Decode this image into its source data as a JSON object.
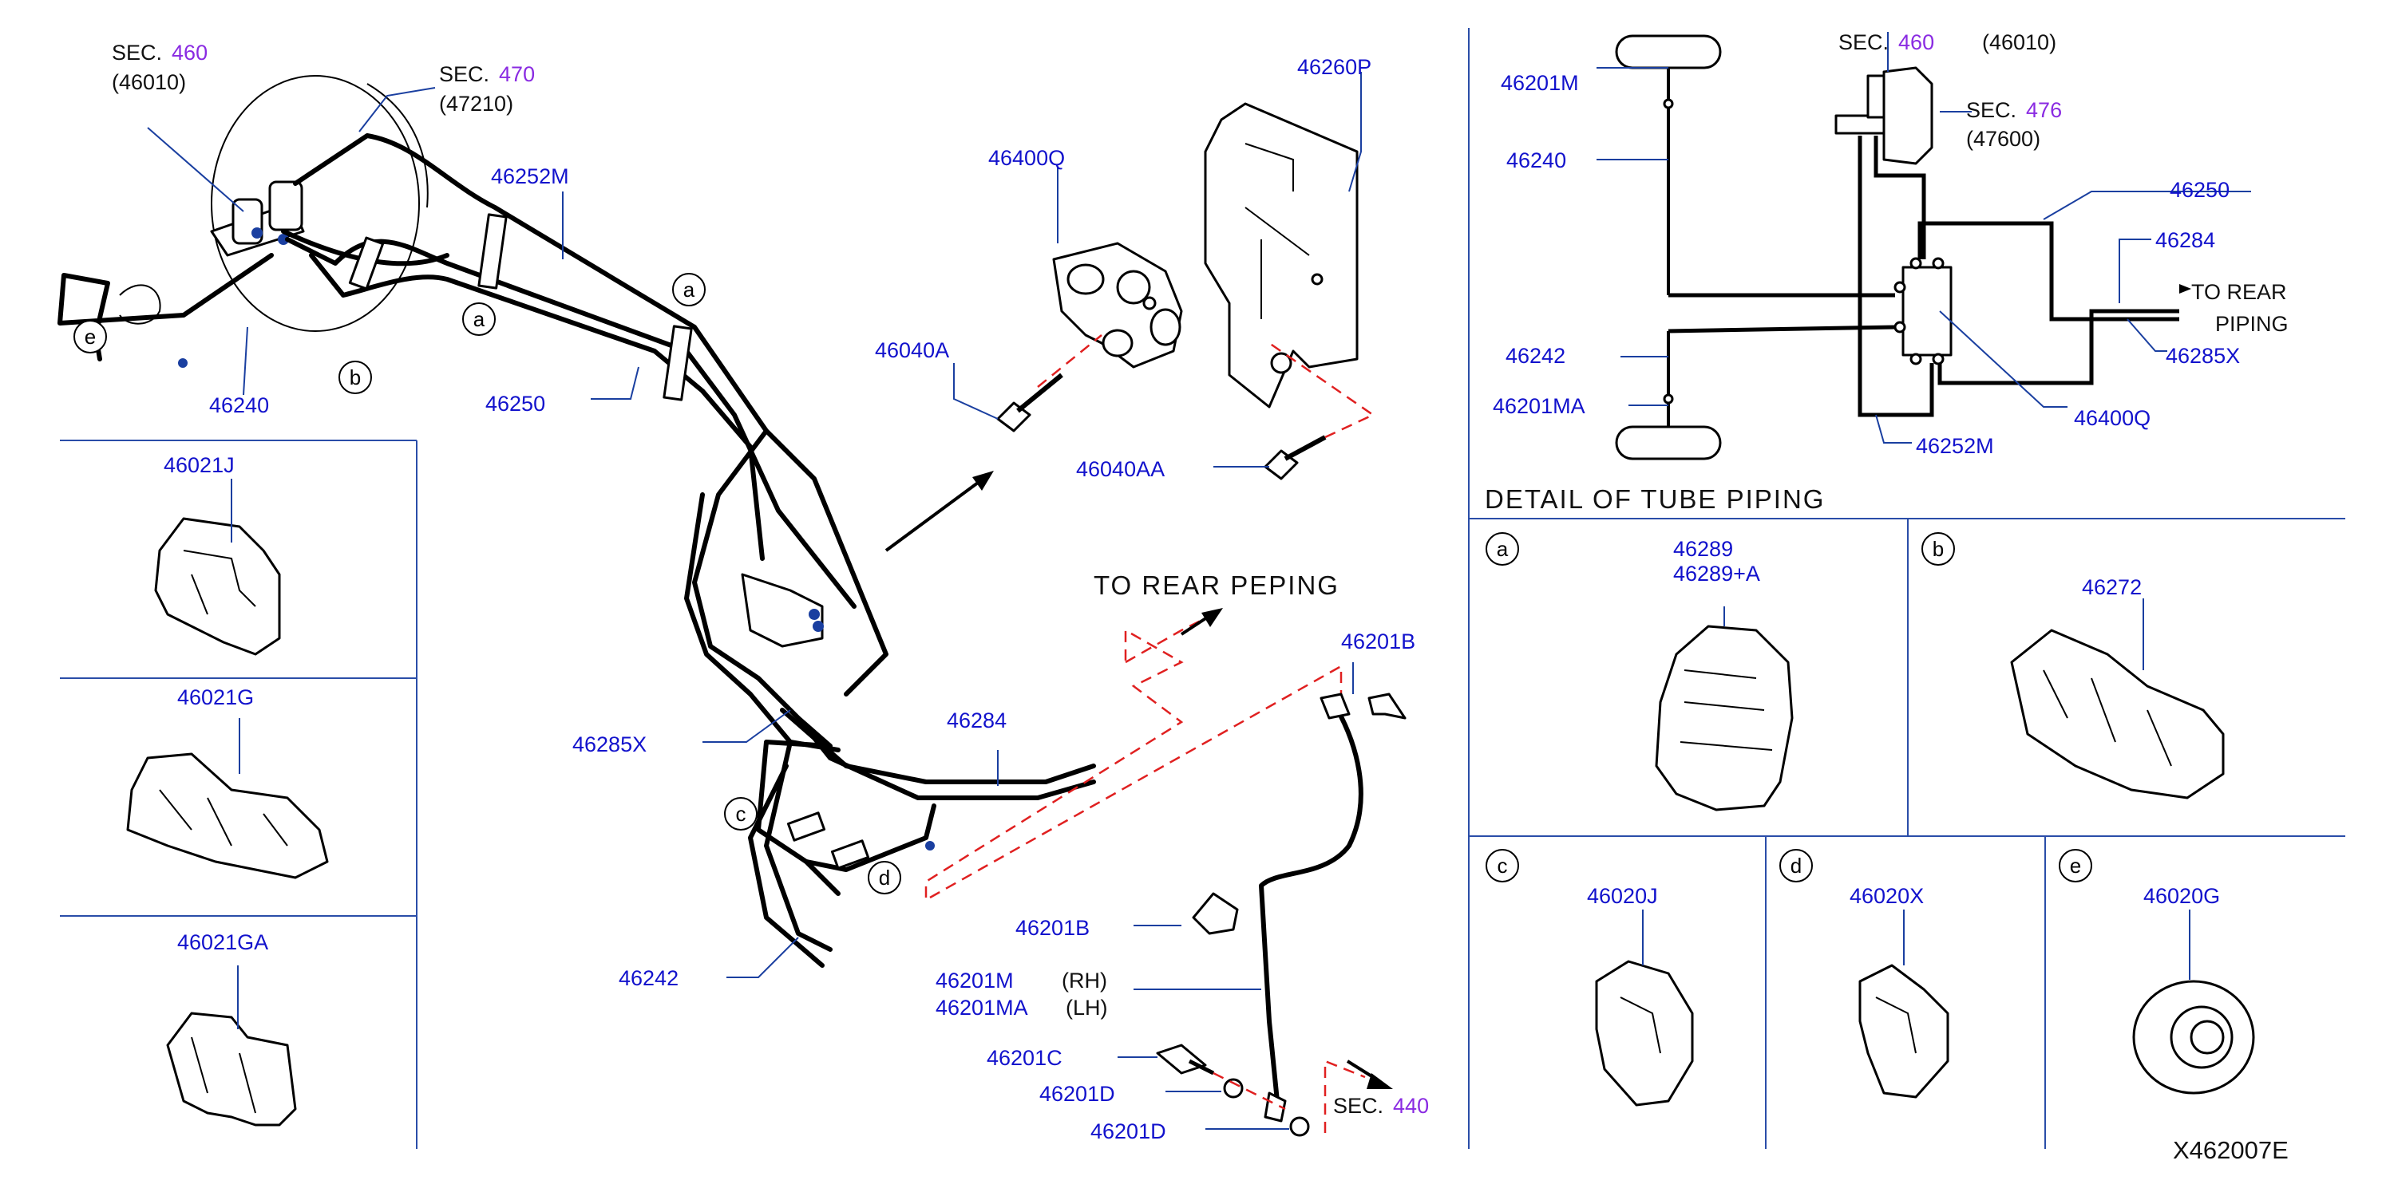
{
  "diagram_id": "X462007E",
  "detail_title": "DETAIL OF TUBE PIPING",
  "to_rear_peping": "TO REAR PEPING",
  "to_rear_piping_line1": "TO REAR",
  "to_rear_piping_line2": "PIPING",
  "sec_word": "SEC.",
  "secs": {
    "s460": {
      "num": "460",
      "code": "(46010)"
    },
    "s470": {
      "num": "470",
      "code": "(47210)"
    },
    "s440": {
      "num": "440"
    },
    "d460": {
      "num": "460",
      "code": "(46010)"
    },
    "d476": {
      "num": "476",
      "code": "(47600)"
    }
  },
  "side": {
    "rh": "(RH)",
    "lh": "(LH)"
  },
  "circles": {
    "a": "a",
    "b": "b",
    "c": "c",
    "d": "d",
    "e": "e"
  },
  "parts": {
    "p46252M": "46252M",
    "p46240": "46240",
    "p46250": "46250",
    "p46285X": "46285X",
    "p46242": "46242",
    "p46284": "46284",
    "p46400Q": "46400Q",
    "p46260P": "46260P",
    "p46040A": "46040A",
    "p46040AA": "46040AA",
    "p46201B": "46201B",
    "p46201B2": "46201B",
    "p46201M": "46201M",
    "p46201MA": "46201MA",
    "p46201C": "46201C",
    "p46201D": "46201D",
    "p46201D2": "46201D",
    "p46021J": "46021J",
    "p46021G": "46021G",
    "p46021GA": "46021GA",
    "p46289": "46289",
    "p46289A": "46289+A",
    "p46272": "46272",
    "p46020J": "46020J",
    "p46020X": "46020X",
    "p46020G": "46020G"
  },
  "detail_parts": {
    "p46201M": "46201M",
    "p46240": "46240",
    "p46242": "46242",
    "p46201MA": "46201MA",
    "p46250": "46250",
    "p46284": "46284",
    "p46285X": "46285X",
    "p46400Q": "46400Q",
    "p46252M": "46252M"
  },
  "colors": {
    "part_number": "#1212cc",
    "sec_number": "#8a2be2",
    "guide_dash": "#e02020",
    "frame": "#2a4da8"
  }
}
